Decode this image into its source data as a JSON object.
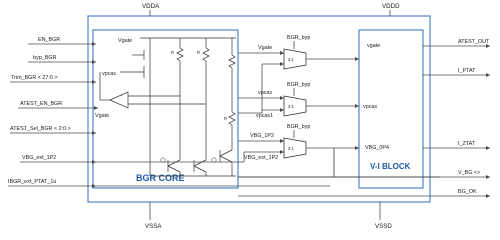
{
  "supplies": {
    "vdda": "VDDA",
    "vddd": "VDDD",
    "vssa": "VSSA",
    "vssd": "VSSD"
  },
  "inputs": [
    "EN_BGR",
    "byp_BGR",
    "Trim_BGR < 27:0 >",
    "ATEST_EN_BGR",
    "ATEST_Sel_BGR < 2:0 >",
    "VBG_ext_1P2",
    "IBGR_ext_PTAT_1u"
  ],
  "outputs": [
    "ATEST_OUT",
    "I_PTAT",
    "I_ZTAT",
    "V_BG <>",
    "BG_OK"
  ],
  "bgr_core": {
    "title": "BGR CORE",
    "vgate": "Vgate",
    "vpcas": "vpcas",
    "amp_vgate": "Vgate"
  },
  "muxes": [
    {
      "select": "BGR_byp",
      "label": "2:1",
      "in_a": "Vgate",
      "in_b": ""
    },
    {
      "select": "BGR_byp",
      "label": "2:1",
      "in_a": "vpcas",
      "in_b": "vpcas1"
    },
    {
      "select": "BGR_byp",
      "label": "2:1",
      "in_a": "VBG_1P2",
      "in_b": "VBG_ext_1P2"
    }
  ],
  "vi_block": {
    "title": "V-I BLOCK",
    "pins": [
      "vgate",
      "vpcas",
      "VBG_0P4"
    ]
  },
  "colors": {
    "block_border": "#5b8fd0",
    "title": "#1f5ca8",
    "wire": "#4d4d4d"
  }
}
